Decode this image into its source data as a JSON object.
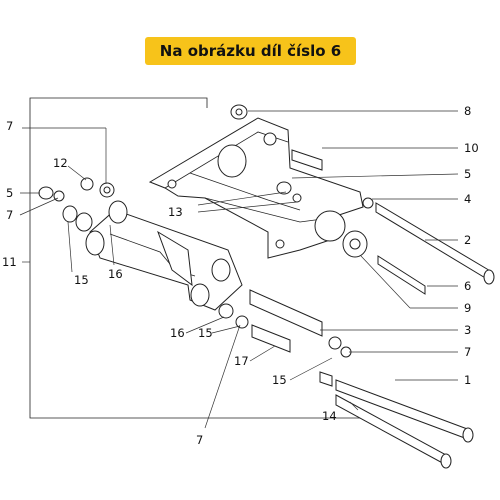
{
  "banner": {
    "title": "Na obrázku díl číslo 6"
  },
  "callouts": [
    "8",
    "10",
    "5",
    "4",
    "2",
    "6",
    "9",
    "3",
    "7",
    "1",
    "14",
    "7",
    "17",
    "15",
    "16",
    "15",
    "16",
    "15",
    "12",
    "7",
    "5",
    "7",
    "11",
    "13"
  ]
}
